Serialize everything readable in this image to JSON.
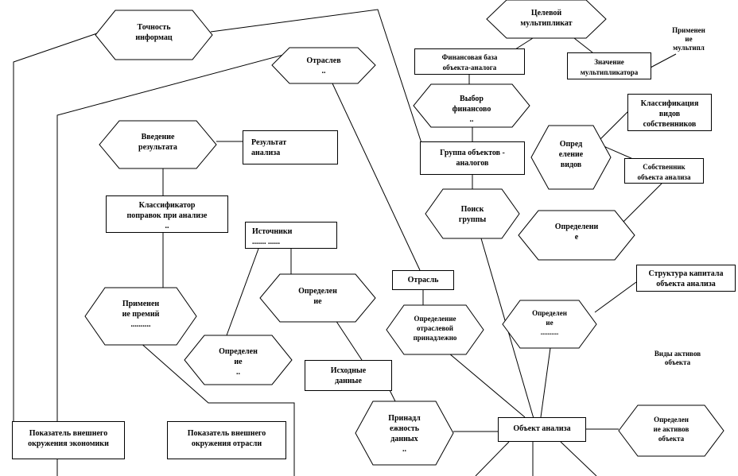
{
  "hexagons": {
    "info_accuracy": "Точность\nинформац",
    "target_multiplier": "Целевой\nмультипликат",
    "industry_top": "Отраслев\n..",
    "finance_choice": "Выбор\nфинансово\n..",
    "define_types": "Опред\nеление\nвидов",
    "result_intro": "Введение\nрезультата",
    "group_search": "Поиск\nгруппы",
    "define_right": "Определени\nе",
    "define_mid": "Определен\nие",
    "apply_premium": "Применен\nие премий\n..........",
    "industry_belonging": "Определение\nотраслевой\nпринадлежно",
    "define_center": "Определен\nие\n..........",
    "define_bottom_left": "Определен\nие\n..",
    "data_belonging": "Принадл\nежность\nданных\n..",
    "define_assets": "Определен\nие активов\nобъекта"
  },
  "boxes": {
    "financial_base": "Финансовая база\nобъекта-аналога",
    "multiplier_value": "Значение\nмультипликатора",
    "owner_classification": "Классификация\nвидов\nсобственников",
    "analog_group": "Группа объектов -\nаналогов",
    "owner_object": "Собственник\nобъекта анализа",
    "result_text": "Результат\nанализа",
    "adjustment_classifier": "Классификатор\nпоправок при анализе\n..",
    "sources": "Источники\n.......  ......",
    "industry": "Отрасль",
    "capital_structure": "Структура капитала\nобъекта анализа",
    "source_data": "Исходные\nданные",
    "analysis_object": "Объект анализа",
    "economy_indicator": "Показатель внешнего\nокружения экономики",
    "industry_indicator": "Показатель внешнего\nокружения отрасли"
  },
  "notes": {
    "multiplier_application": "Применен\nие\nмультипл",
    "asset_types": "Виды активов\nобъекта"
  }
}
